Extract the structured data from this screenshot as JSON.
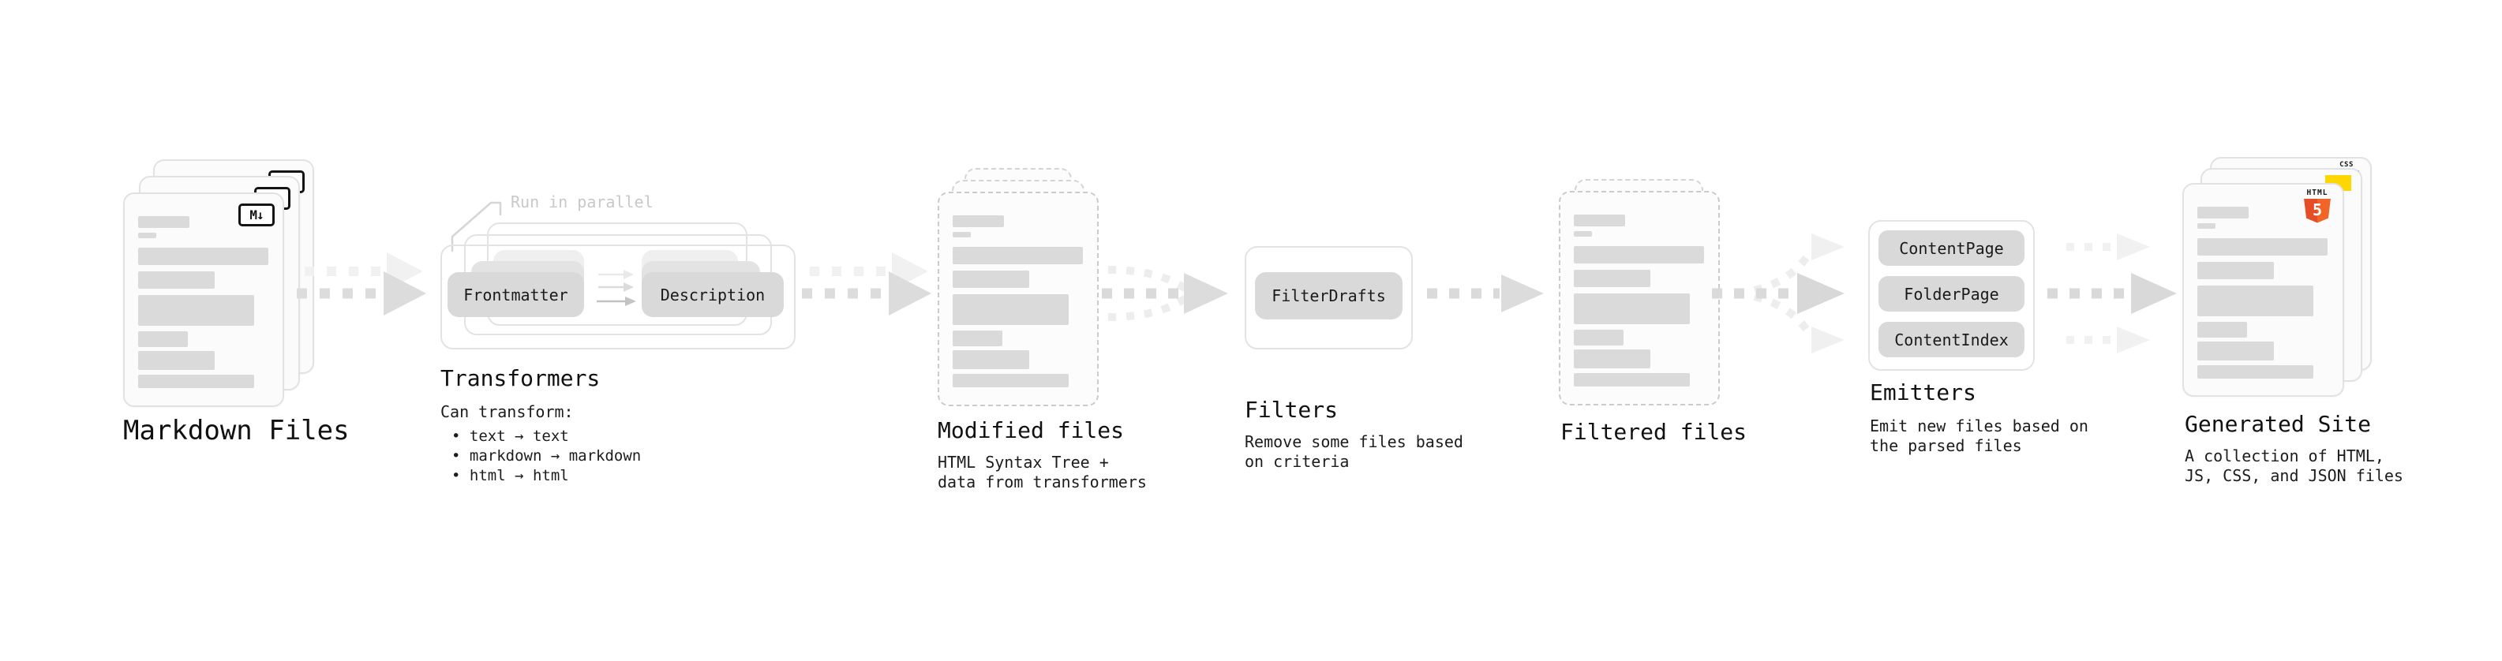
{
  "colors": {
    "html5_orange": "#E44D26",
    "html5_orange_light": "#F16529",
    "js_yellow": "#FFD600",
    "css_blue": "#2B6BFD",
    "pill_gray": "#D9D9D9",
    "bar_gray": "#DADADA",
    "arrow_gray": "#DCDCDC",
    "annotation_gray": "#C8C8C8"
  },
  "markdown": {
    "label": "Markdown Files",
    "badge": "M↓"
  },
  "transformers": {
    "label": "Transformers",
    "annotation": "Run in parallel",
    "pill_left": "Frontmatter",
    "pill_right": "Description",
    "desc_title": "Can transform:",
    "bullets": [
      "• text → text",
      "• markdown → markdown",
      "• html → html"
    ]
  },
  "modified": {
    "label": "Modified files",
    "desc_line1": "HTML Syntax Tree +",
    "desc_line2": "data from transformers"
  },
  "filters": {
    "label": "Filters",
    "pill": "FilterDrafts",
    "desc_line1": "Remove some files based",
    "desc_line2": "on criteria"
  },
  "filtered": {
    "label": "Filtered files"
  },
  "emitters": {
    "label": "Emitters",
    "pills": [
      "ContentPage",
      "FolderPage",
      "ContentIndex"
    ],
    "desc_line1": "Emit new files based on",
    "desc_line2": "the parsed files"
  },
  "generated": {
    "label": "Generated Site",
    "desc_line1": "A collection of HTML,",
    "desc_line2": "JS, CSS, and JSON files",
    "css_icon_label": "CSS",
    "html5_icon_label": "HTML",
    "html5_icon_number": "5"
  }
}
